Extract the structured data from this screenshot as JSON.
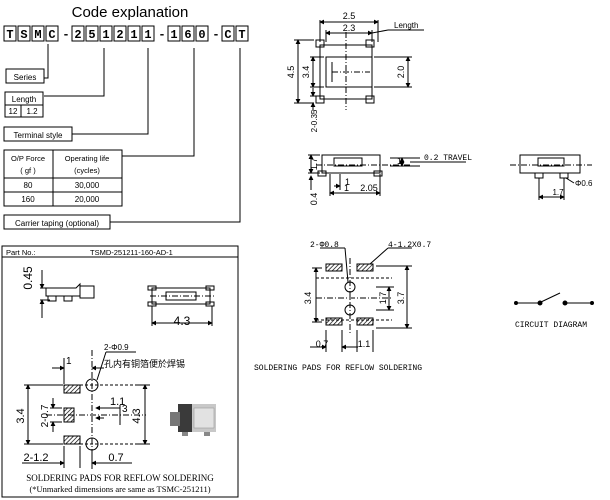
{
  "code_explanation": {
    "title": "Code explanation",
    "code_chars": [
      "T",
      "S",
      "M",
      "C",
      "-",
      "2",
      "5",
      "1",
      "2",
      "1",
      "1",
      "-",
      "1",
      "6",
      "0",
      "-",
      "C",
      "T"
    ],
    "series_label": "Series",
    "length_label": "Length",
    "length_options": [
      "12",
      "1.2"
    ],
    "terminal_style_label": "Terminal style",
    "op_table": {
      "headers": [
        [
          "O/P Force",
          "( gf )"
        ],
        [
          "Operating life",
          "(cycles)"
        ]
      ],
      "rows": [
        [
          "80",
          "30,000"
        ],
        [
          "160",
          "20,000"
        ]
      ]
    },
    "carrier_taping_label": "Carrier taping (optional)"
  },
  "top_view": {
    "dims": {
      "w_outer": "2.5",
      "w_inner": "2.3",
      "length": "Length",
      "h_outer": "4.5",
      "h_body": "3.4",
      "h_right": "2.0",
      "pin": "2-0.35"
    }
  },
  "side_view": {
    "dims": {
      "h1": "1.7",
      "h2": "0.4",
      "travel": "0.2 TRAVEL",
      "p1": "1",
      "p2": "1",
      "p3": "2.05",
      "one": "1"
    }
  },
  "end_view": {
    "dims": {
      "dia": "Φ0.6",
      "w": "1.7"
    }
  },
  "pads_right": {
    "labels": {
      "holes": "2-Φ0.8",
      "pads": "4-1.2X0.7",
      "w1": "3.4",
      "w2": "1.7",
      "w3": "3.7",
      "b1": "0.7",
      "b2": "1.1"
    },
    "caption": "SOLDERING PADS FOR REFLOW SOLDERING"
  },
  "circuit": {
    "caption": "CIRCUIT DIAGRAM"
  },
  "part_box": {
    "part_no_label": "Part No.:",
    "part_no": "TSMD-251211-160-AD-1",
    "dims": {
      "h": "0.45",
      "w": "4.3"
    },
    "pad_labels": {
      "hole": "2-Φ0.9",
      "note": "孔内有铜箔便於焊锡",
      "one": "1",
      "h1": "3.4",
      "h2": "2-0.7",
      "h3": "1.1",
      "h4": "4.3",
      "h5": "3",
      "b1": "2-1.2",
      "b2": "0.7"
    },
    "caption": "SOLDERING PADS FOR REFLOW SOLDERING",
    "footnote": "(*Unmarked dimensions are same as TSMC-251211)"
  }
}
